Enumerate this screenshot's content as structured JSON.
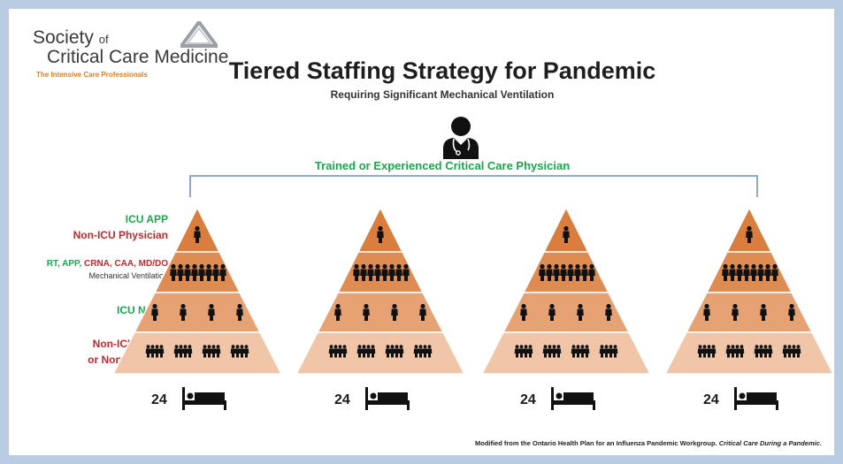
{
  "logo": {
    "line1": "Society",
    "line1_of": "of",
    "line2": "Critical Care Medicine",
    "tagline": "The Intensive Care Professionals"
  },
  "title": "Tiered Staffing Strategy for Pandemic",
  "subtitle": "Requiring Significant Mechanical Ventilation",
  "physician_label": "Trained or Experienced Critical Care Physician",
  "tiers": {
    "tier1_line1": "ICU APP",
    "tier1_line2": "Non-ICU Physician",
    "tier2_a": "RT, APP",
    "tier2_sep": ", ",
    "tier2_b": "CRNA, CAA, MD/DO",
    "tier2_sub": "Mechanical Ventilation",
    "tier3": "ICU Nurse",
    "tier4_line1": "Non-ICU Nurse",
    "tier4_line2": "or Non-ICU APP"
  },
  "bed_count": "24",
  "footer": {
    "text": "Modified from the Ontario Health Plan for an Influenza Pandemic Workgroup. ",
    "italic": "Critical Care During a Pandemic."
  },
  "colors": {
    "tier1": "#d97e3c",
    "tier2": "#de8c52",
    "tier3": "#e7a274",
    "tier4": "#f1c6a8",
    "green": "#1aa64a",
    "red": "#c0282d",
    "frame": "#b9cce4"
  }
}
